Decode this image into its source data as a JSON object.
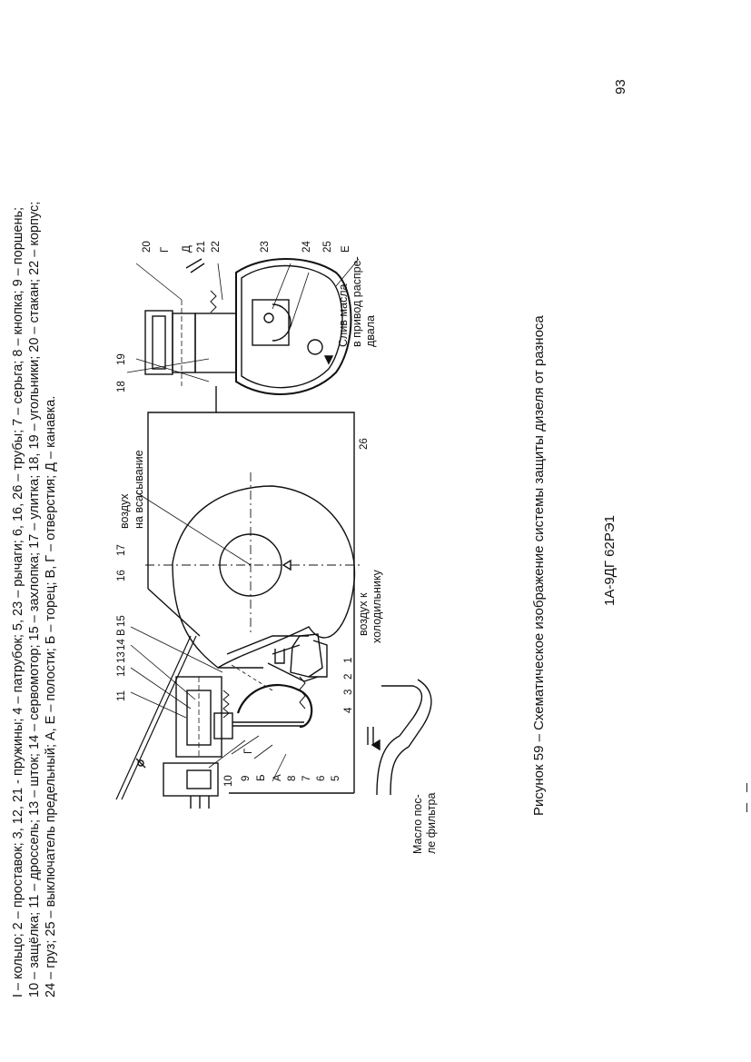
{
  "legend": {
    "line1": "I – кольцо; 2 – проставок; 3, 12, 21 - пружины; 4 – патрубок; 5, 23 – рычаги; 6, 16, 26 – трубы; 7 – серьга; 8 – кнопка; 9 – поршень;",
    "line2": "10 – защёлка; 11 – дроссель; 13 – шток; 14 – сервомотор; 15 – захлопка; 17 – улитка; 18, 19 – угольники; 20 – стакан; 22 – корпус;",
    "line3": "24 – груз; 25 – выключатель предельный; А, Е – полости; Б – торец; В, Г – отверстия; Д – канавка."
  },
  "caption": "Рисунок 59 – Схематическое изображение системы защиты дизеля от разноса",
  "doc_id": "1А-9ДГ 62РЭ1",
  "page_number": "93",
  "diagram": {
    "labels": {
      "oil_after_filter_1": "Масло пос-",
      "oil_after_filter_2": "ле фильтра",
      "air_to_cooler_1": "воздух к",
      "air_to_cooler_2": "холодильнику",
      "air_to_suction_1": "воздух",
      "air_to_suction_2": "на всасывание",
      "oil_drain_1": "Слив масла",
      "oil_drain_2": "в привод распре-",
      "oil_drain_3": "двала"
    },
    "numbers": {
      "n1": "1",
      "n2": "2",
      "n3": "3",
      "n4": "4",
      "n5": "5",
      "n6": "6",
      "n7": "7",
      "n8": "8",
      "n9": "9",
      "n10": "10",
      "n11": "11",
      "n12": "12",
      "n13": "13",
      "n14": "14",
      "n15": "15",
      "n16": "16",
      "n17": "17",
      "n18": "18",
      "n19": "19",
      "n20": "20",
      "n21": "21",
      "n22": "22",
      "n23": "23",
      "n24": "24",
      "n25": "25",
      "n26": "26",
      "lA": "А",
      "lB": "Б",
      "lV": "В",
      "lG": "Г",
      "lG2": "Г",
      "lD": "Д",
      "lE": "Е"
    }
  }
}
